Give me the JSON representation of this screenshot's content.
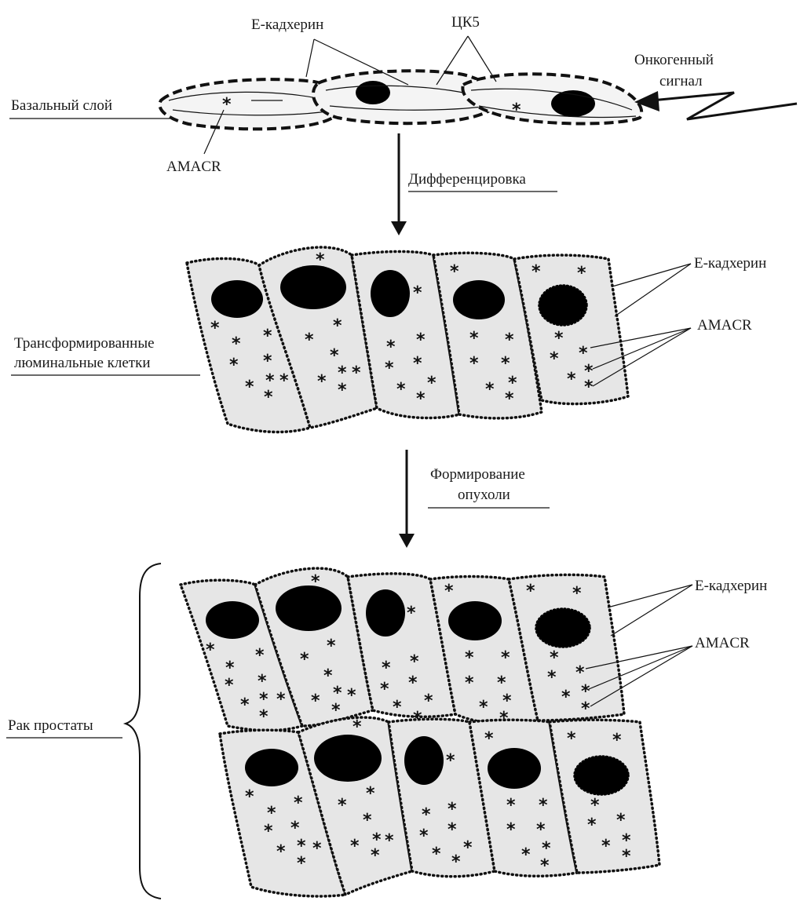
{
  "top_labels": {
    "e_cadherin": "Е-кадхерин",
    "ck5": "ЦК5",
    "oncogenic_signal_line1": "Онкогенный",
    "oncogenic_signal_line2": "сигнал",
    "basal_layer": "Базальный слой",
    "amacr": "AMACR"
  },
  "steps": {
    "differentiation": "Дифференцировка",
    "tumor_line1": "Формирование",
    "tumor_line2": "опухоли"
  },
  "middle_labels": {
    "transformed_line1": "Трансформированные",
    "transformed_line2": "люминальные клетки",
    "e_cadherin": "Е-кадхерин",
    "amacr": "AMACR"
  },
  "bottom_labels": {
    "prostate_cancer": "Рак простаты",
    "e_cadherin": "Е-кадхерин",
    "amacr": "AMACR"
  },
  "asterisk_symbol": "*"
}
